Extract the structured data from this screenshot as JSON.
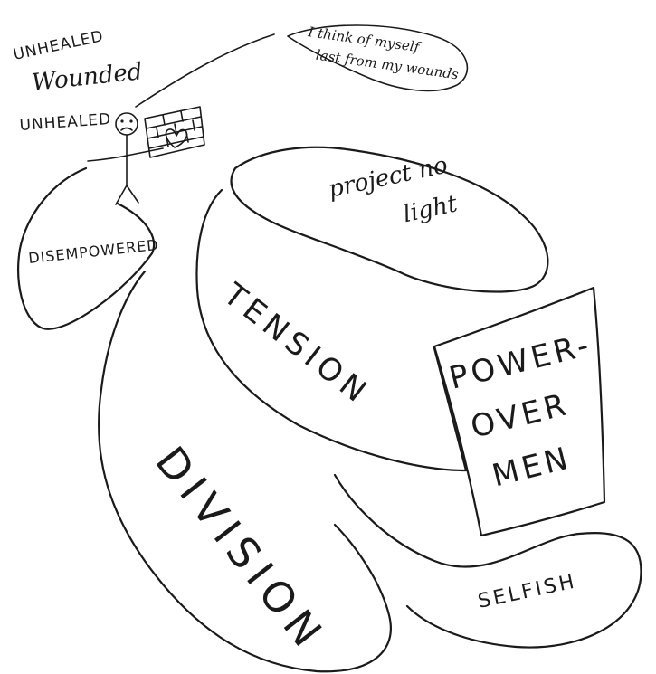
{
  "labels": {
    "unhealed_top": "UNHEALED",
    "wounded": "Wounded",
    "unhealed_bottom": "UNHEALED",
    "thought": "I think of myself last from my wounds",
    "disempowered": "DISEMPOWERED",
    "project_no_light": "project no light",
    "tension": "TENSION",
    "power_over_men": "POWER-OVER MEN",
    "division": "DIVISION",
    "selfish": "SELFISH"
  },
  "colors": {
    "ink": "#1a1a1a",
    "paper": "#ffffff"
  }
}
